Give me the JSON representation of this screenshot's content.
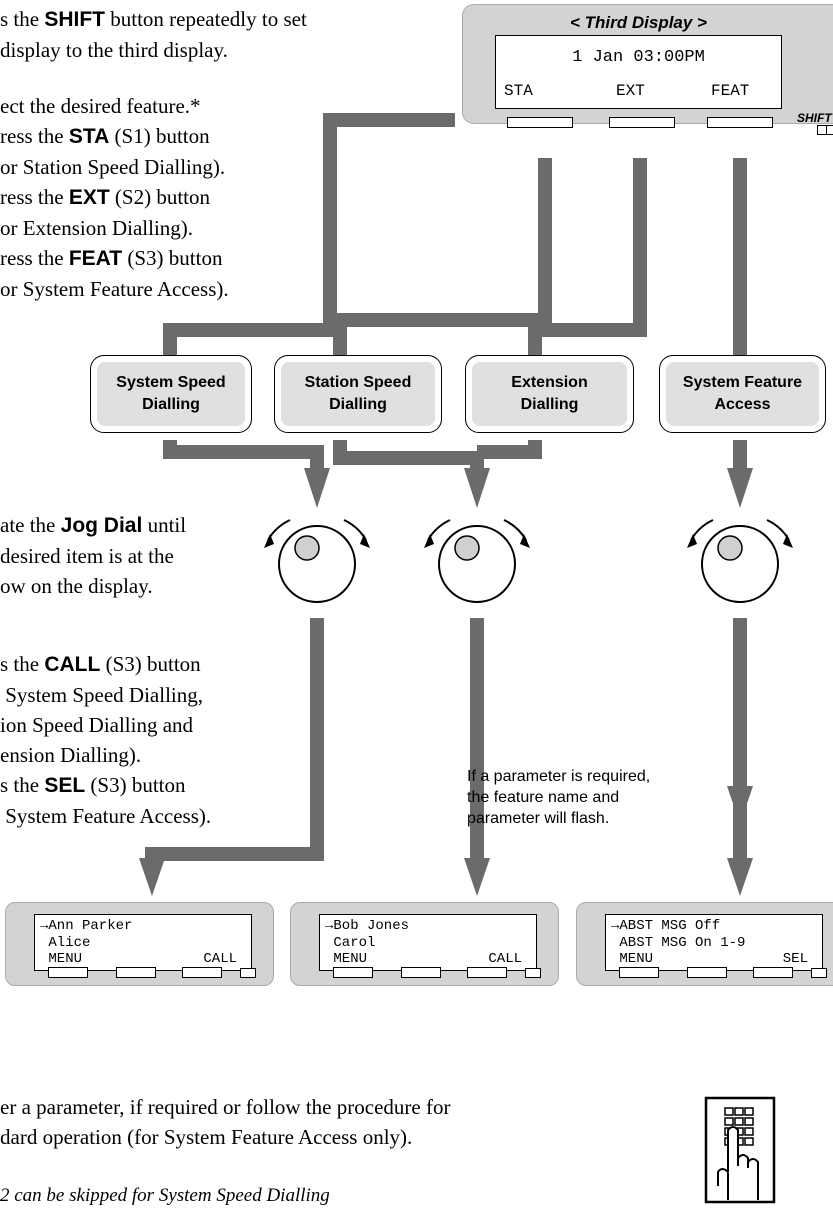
{
  "step1": {
    "line1_pre": "s the ",
    "line1_bold": "SHIFT",
    "line1_post": " button repeatedly to set",
    "line2": "display to the third display."
  },
  "step2": {
    "line1": "ect the desired feature.*",
    "a_pre": "ress the ",
    "a_bold": "STA",
    "a_post": " (S1) button",
    "a_sub": "or Station Speed Dialling).",
    "b_pre": "ress the ",
    "b_bold": "EXT",
    "b_post": " (S2) button",
    "b_sub": "or Extension Dialling).",
    "c_pre": "ress the ",
    "c_bold": "FEAT",
    "c_post": " (S3) button",
    "c_sub": "or System Feature Access)."
  },
  "step3": {
    "line1_pre": "ate the ",
    "line1_bold": "Jog Dial",
    "line1_post": " until",
    "line2": "desired item is at the",
    "line3": "ow on the display."
  },
  "step4": {
    "a_pre": "s the ",
    "a_bold": "CALL",
    "a_post": " (S3) button",
    "a_l2": " System Speed Dialling,",
    "a_l3": "ion Speed Dialling and",
    "a_l4": "ension Dialling).",
    "b_pre": "s the ",
    "b_bold": "SEL",
    "b_post": " (S3) button",
    "b_l2": " System Feature Access)."
  },
  "step5": {
    "line1": "er a parameter, if required or follow the procedure for",
    "line2": "dard operation (for System Feature Access only)."
  },
  "footnote": "2 can be skipped for System Speed Dialling",
  "note": {
    "line1": "If a parameter is required,",
    "line2": "the feature name and",
    "line3": "parameter will flash."
  },
  "third_display": {
    "title": "< Third Display >",
    "datetime": "1 Jan 03:00PM",
    "keys": [
      "STA",
      "EXT",
      "FEAT"
    ],
    "shift_label": "SHIFT"
  },
  "features": [
    {
      "l1": "System Speed",
      "l2": "Dialling"
    },
    {
      "l1": "Station Speed",
      "l2": "Dialling"
    },
    {
      "l1": "Extension",
      "l2": "Dialling"
    },
    {
      "l1": "System Feature",
      "l2": "Access"
    }
  ],
  "displays": [
    {
      "line1": "→Ann Parker",
      "line2": " Alice",
      "left_key": " MENU",
      "right_key": "CALL"
    },
    {
      "line1": "→Bob Jones",
      "line2": " Carol",
      "left_key": " MENU",
      "right_key": "CALL"
    },
    {
      "line1": "→ABST MSG Off",
      "line2": " ABST MSG On 1-9",
      "left_key": " MENU",
      "right_key": "SEL"
    }
  ],
  "colors": {
    "connector": "#6b6b6b",
    "panel": "#d3d3d3",
    "feature_inner": "#e0e0e0"
  },
  "icons": {
    "dial": "jog-dial-icon",
    "keypad": "dialpad-hand-icon"
  }
}
